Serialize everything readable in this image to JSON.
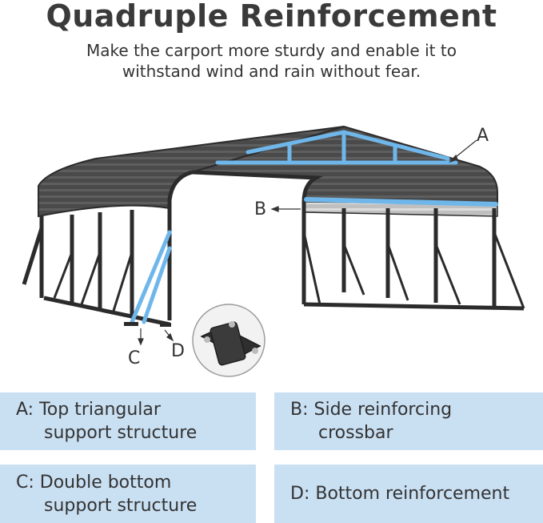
{
  "header": {
    "title": "Quadruple Reinforcement",
    "subtitle_line1": "Make the carport more sturdy and enable it to",
    "subtitle_line2": "withstand wind and rain without fear."
  },
  "callouts": {
    "a": "A",
    "b": "B",
    "c": "C",
    "d": "D"
  },
  "features": {
    "a": {
      "line1": "A: Top triangular",
      "line2": "support structure"
    },
    "b": {
      "line1": "B: Side reinforcing",
      "line2": "crossbar"
    },
    "c": {
      "line1": "C: Double bottom",
      "line2": "support structure"
    },
    "d": {
      "line1": "D: Bottom reinforcement"
    }
  },
  "colors": {
    "accent": "#c9dff2",
    "highlight": "#6fb7ea",
    "frame": "#2b2b2b",
    "roof": "#4a4a4a"
  }
}
